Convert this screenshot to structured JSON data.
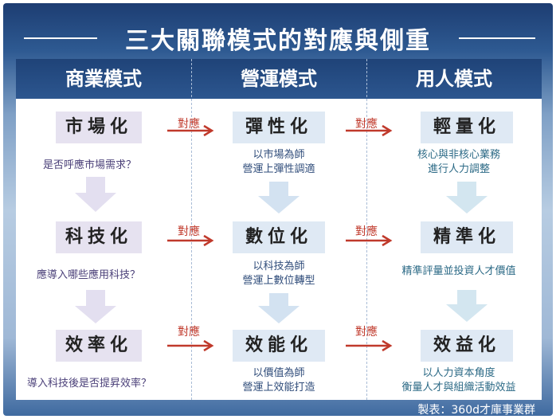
{
  "title": "三大關聯模式的對應與側重",
  "columns": [
    "商業模式",
    "營運模式",
    "用人模式"
  ],
  "correspond_label": "對應",
  "rows": [
    {
      "business": {
        "label": "市場化",
        "question": "是否呼應市場需求？"
      },
      "operation": {
        "label": "彈性化",
        "desc": [
          "以市場為師",
          "營運上彈性調適"
        ]
      },
      "people": {
        "label": "輕量化",
        "desc": [
          "核心與非核心業務",
          "進行人力調整"
        ]
      }
    },
    {
      "business": {
        "label": "科技化",
        "question": "應導入哪些應用科技？"
      },
      "operation": {
        "label": "數位化",
        "desc": [
          "以科技為師",
          "營運上數位轉型"
        ]
      },
      "people": {
        "label": "精準化",
        "desc": [
          "精準評量並投資人才價值"
        ]
      }
    },
    {
      "business": {
        "label": "效率化",
        "question": "導入科技後是否提昇效率？"
      },
      "operation": {
        "label": "效能化",
        "desc": [
          "以價值為師",
          "營運上效能打造"
        ]
      },
      "people": {
        "label": "效益化",
        "desc": [
          "以人力資本角度",
          "衡量人才與組織活動效益"
        ]
      }
    }
  ],
  "footer": "製表：360d才庫事業群",
  "colors": {
    "accent_red": "#c0392b",
    "header_blue": "#1f4378",
    "purple_box": "#e6e2f0",
    "blue_box": "#dfe9f4"
  }
}
